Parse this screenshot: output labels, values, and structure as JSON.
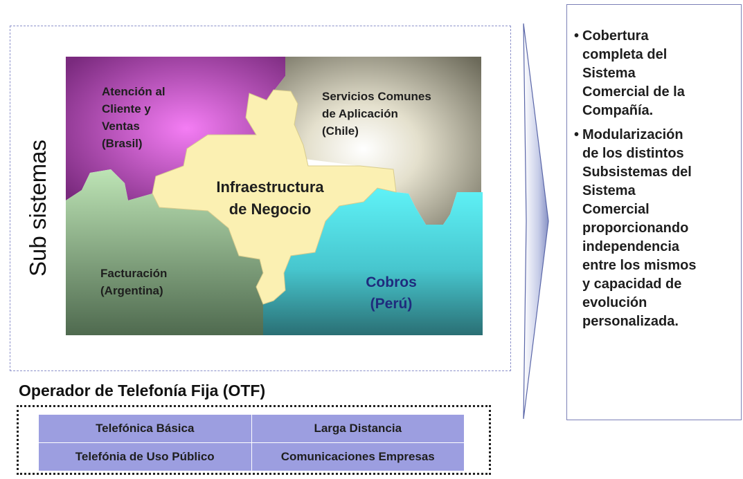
{
  "title_fragment": "",
  "subsystems": {
    "side_label": "Sub sistemas",
    "pieces": {
      "atencion": [
        "Atención al",
        "Cliente y",
        "Ventas",
        "(Brasil)"
      ],
      "servicios": [
        "Servicios Comunes",
        "de Aplicación",
        "(Chile)"
      ],
      "infraestructura": [
        "Infraestructura",
        "de Negocio"
      ],
      "facturacion": [
        "Facturación",
        "(Argentina)"
      ],
      "cobros": [
        "Cobros",
        "(Perú)"
      ]
    },
    "colors": {
      "atencion": "#9c3aa0",
      "servicios": "#9a9784",
      "infraestructura": "#fbf0b2",
      "facturacion": "#7f9a79",
      "cobros": "#3fcfd6"
    }
  },
  "benefits": [
    "Cobertura\ncompleta del\nSistema\nComercial de la\nCompañía.",
    "Modularización\nde los distintos\nSubsistemas del\nSistema\nComercial\nproporcionando\nindependencia\nentre los mismos\ny capacidad de\nevolución\npersonalizada."
  ],
  "otf": {
    "title": "Operador de Telefonía Fija (OTF)",
    "rows": [
      [
        "Telefónica Básica",
        "Larga Distancia"
      ],
      [
        "Telefónia de Uso Público",
        "Comunicaciones Empresas"
      ]
    ],
    "cell_color": "#9c9ee0"
  }
}
